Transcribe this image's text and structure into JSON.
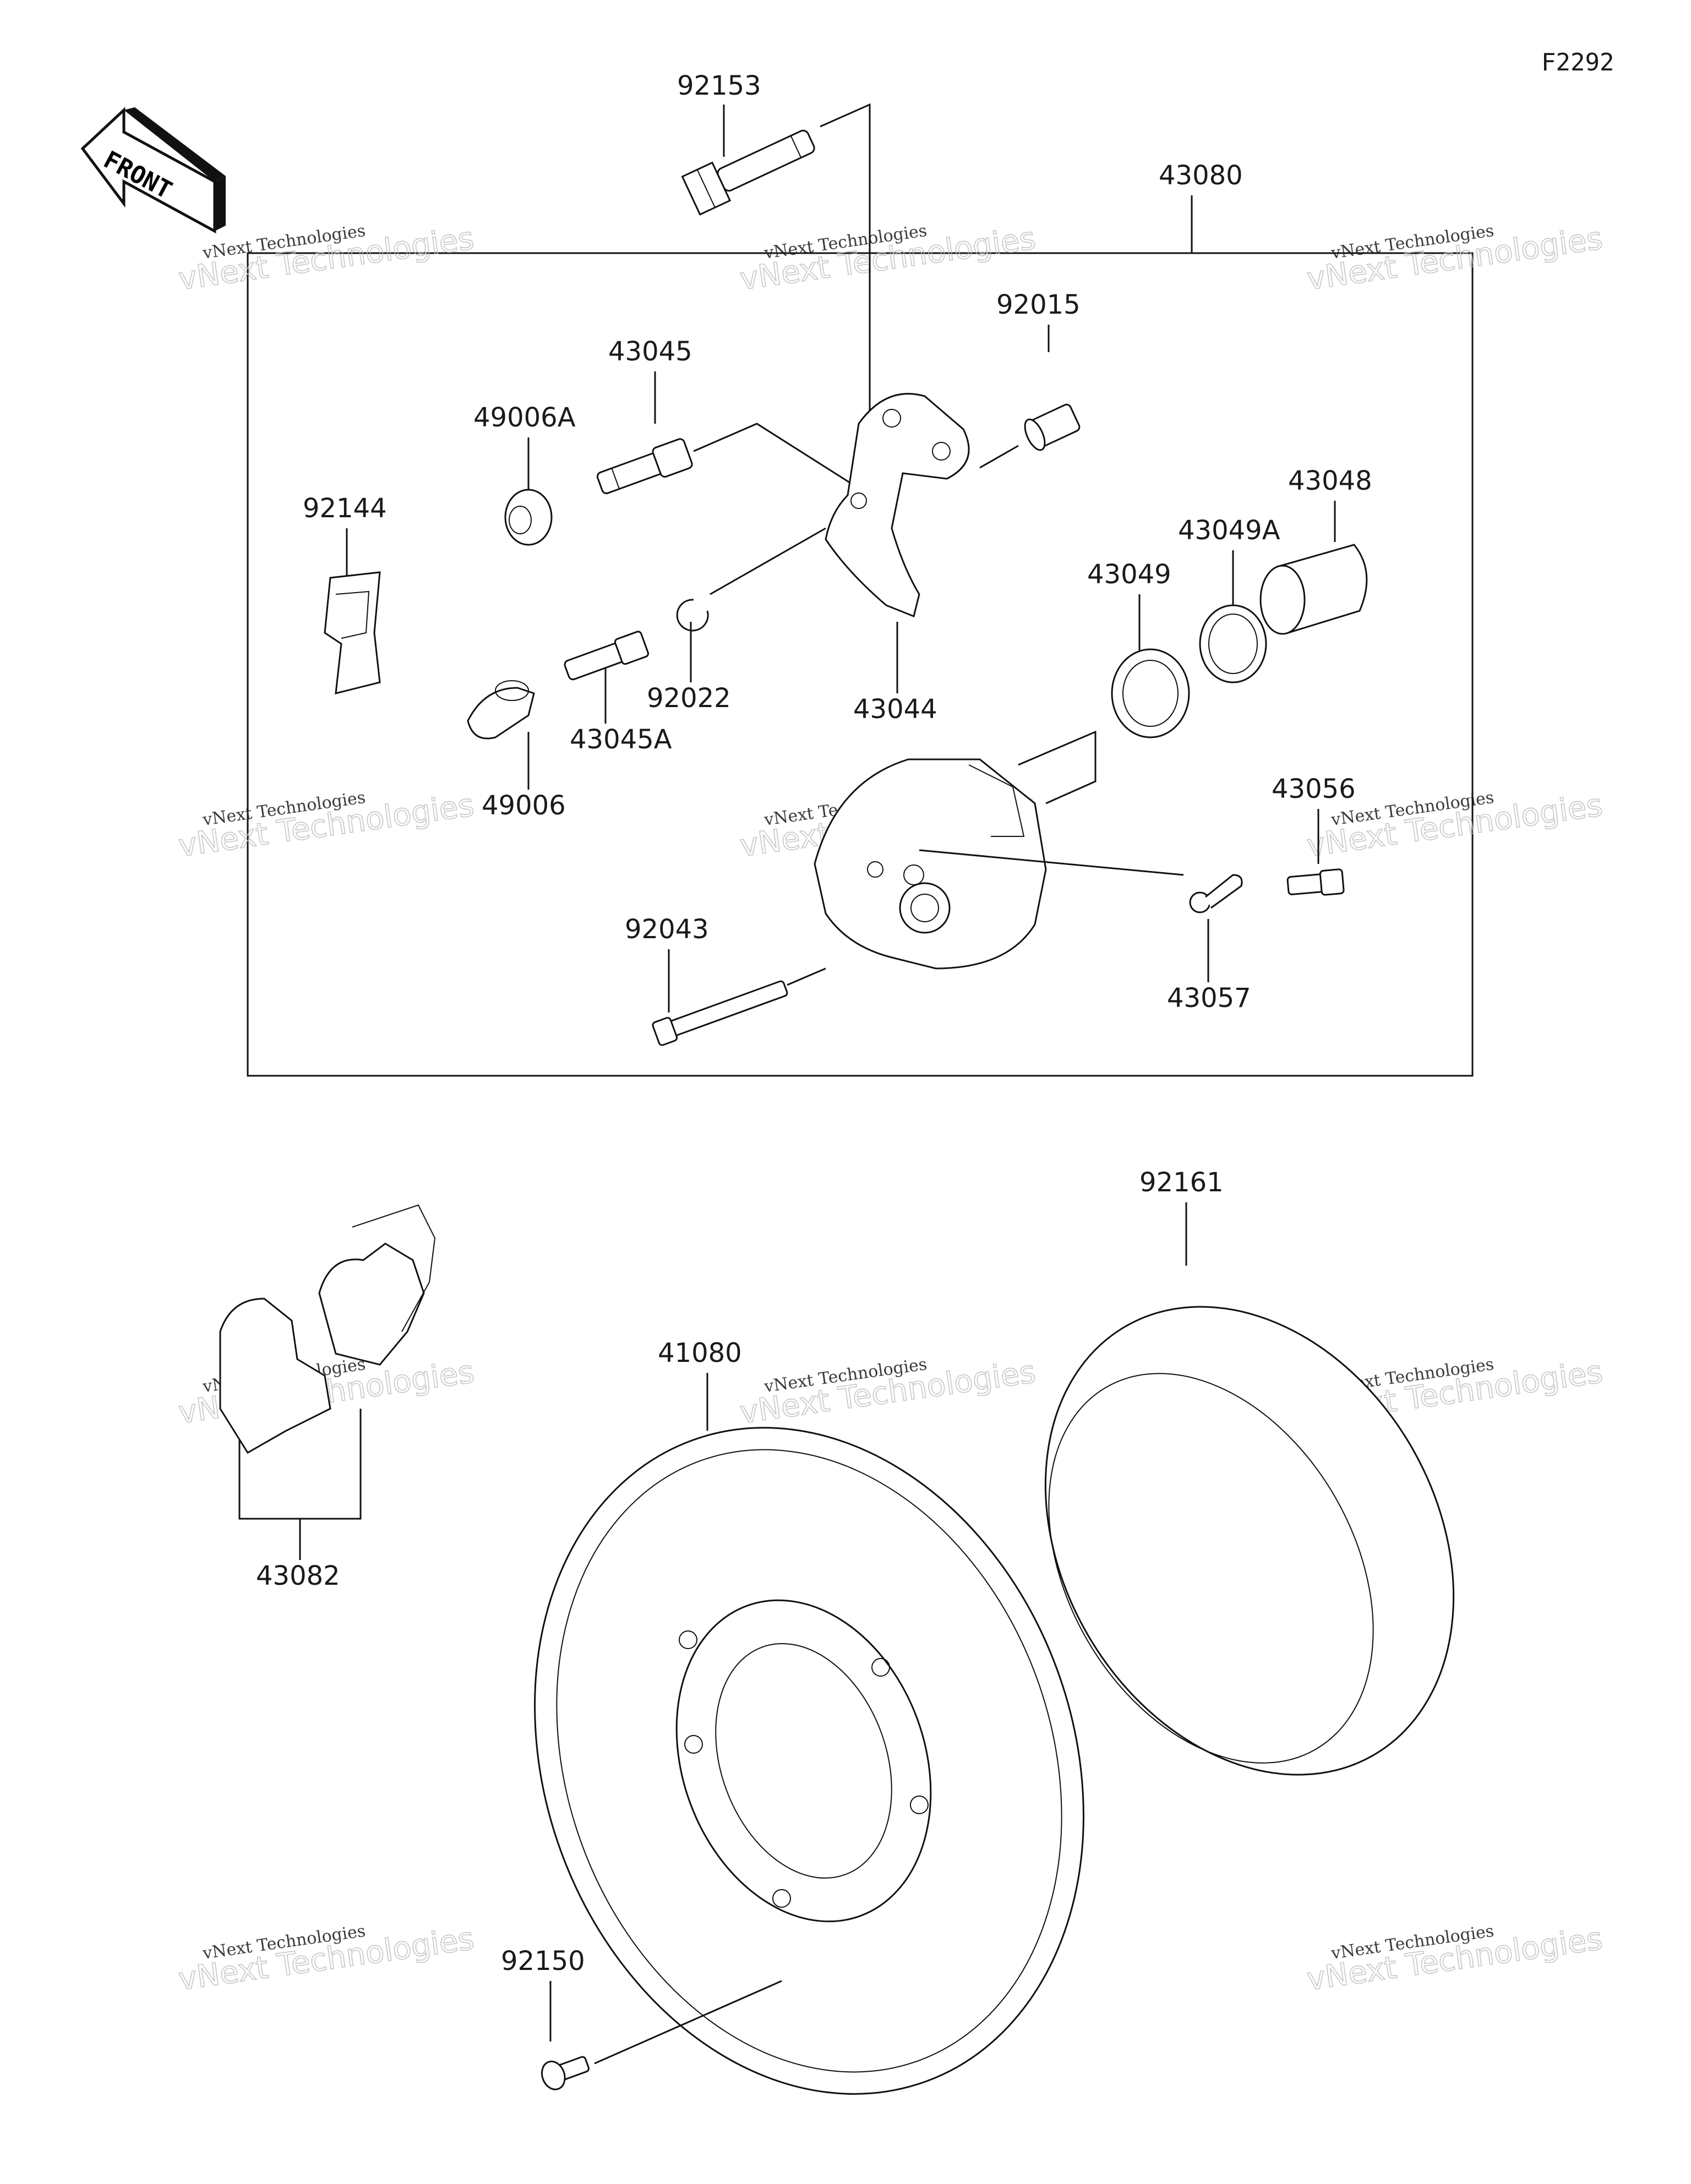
{
  "diagram_ref": "F2292",
  "front_indicator": "FRONT",
  "parts": {
    "p92153": "92153",
    "p43080": "43080",
    "p92015": "92015",
    "p43045": "43045",
    "p49006A": "49006A",
    "p43048": "43048",
    "p92144": "92144",
    "p43049A": "43049A",
    "p43049": "43049",
    "p92022": "92022",
    "p43044": "43044",
    "p43045A": "43045A",
    "p49006": "49006",
    "p43056": "43056",
    "p92043": "92043",
    "p43057": "43057",
    "p92161": "92161",
    "p41080": "41080",
    "p43082": "43082",
    "p92150": "92150"
  },
  "watermark": {
    "line1": "vNext Technologies",
    "line2": "vNext Technologies"
  }
}
